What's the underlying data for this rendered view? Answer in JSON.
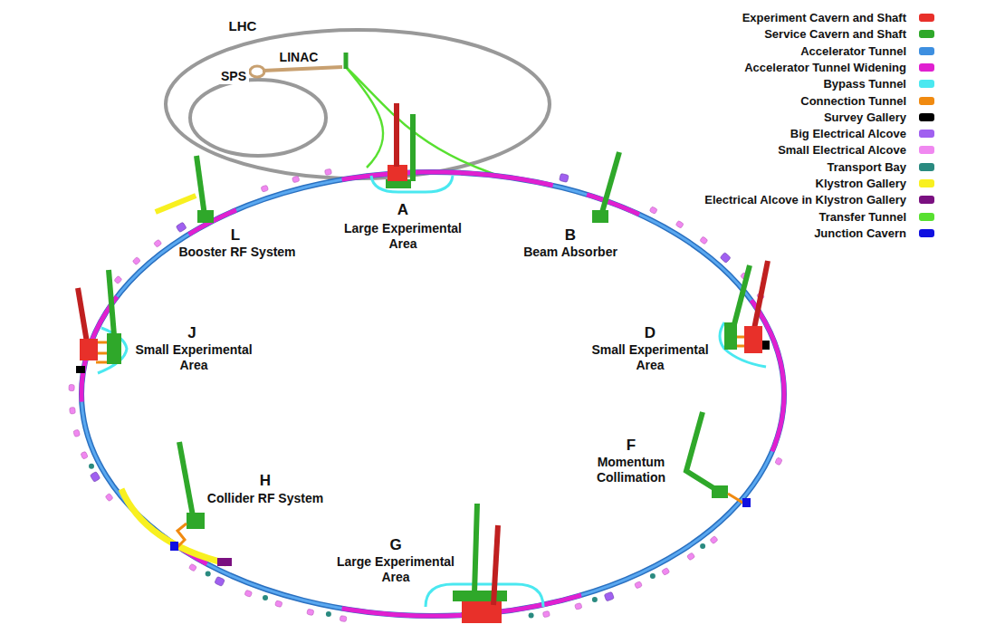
{
  "diagram": {
    "labels": [
      "LHC",
      "SPS",
      "LINAC",
      "A",
      "Large Experimental Area",
      "B",
      "Beam Absorber",
      "L",
      "Booster RF System",
      "J",
      "Small Experimental Area",
      "D",
      "Small Experimental Area",
      "F",
      "Momentum Collimation",
      "H",
      "Collider RF System",
      "G",
      "Large Experimental Area"
    ],
    "legend": [
      {
        "text": "Experiment Cavern and Shaft",
        "color": "#e8302a"
      },
      {
        "text": "Service Cavern and Shaft",
        "color": "#2fa82a"
      },
      {
        "text": "Accelerator Tunnel",
        "color": "#3d8fe0"
      },
      {
        "text": "Accelerator Tunnel Widening",
        "color": "#e020d0"
      },
      {
        "text": "Bypass Tunnel",
        "color": "#4ae8f0"
      },
      {
        "text": "Connection Tunnel",
        "color": "#f08a10"
      },
      {
        "text": "Survey Gallery",
        "color": "#000000"
      },
      {
        "text": "Big Electrical Alcove",
        "color": "#a060f0"
      },
      {
        "text": "Small Electrical Alcove",
        "color": "#f088f0"
      },
      {
        "text": "Transport Bay",
        "color": "#2a8a80"
      },
      {
        "text": "Klystron Gallery",
        "color": "#f8f020"
      },
      {
        "text": "Electrical Alcove in Klystron Gallery",
        "color": "#7a1080"
      },
      {
        "text": "Transfer Tunnel",
        "color": "#58e030"
      },
      {
        "text": "Junction Cavern",
        "color": "#1010e0"
      }
    ]
  }
}
